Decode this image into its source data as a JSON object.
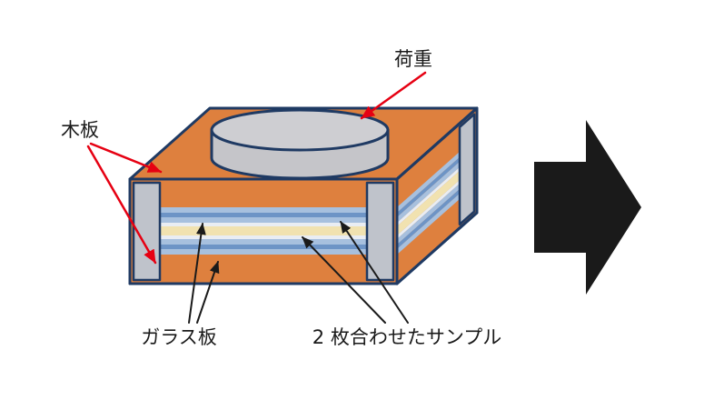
{
  "labels": {
    "load": "荷重",
    "wood_board": "木板",
    "glass_plate": "ガラス板",
    "sample": "2 枚合わせたサンプル"
  },
  "colors": {
    "background": "#ffffff",
    "wood": "#de803e",
    "outline": "#1f3a63",
    "stripe-light": "#a7c0de",
    "stripe-mid": "#6d94c6",
    "stripe-pale": "#e9edf3",
    "stripe-cream": "#f1e2b0",
    "plate-gray": "#bfc3cb",
    "cylinder-gray": "#c5c5c9",
    "cylinder-top-gray": "#cecED2",
    "arrow-red": "#e60012",
    "ink": "#1a1a1a"
  }
}
